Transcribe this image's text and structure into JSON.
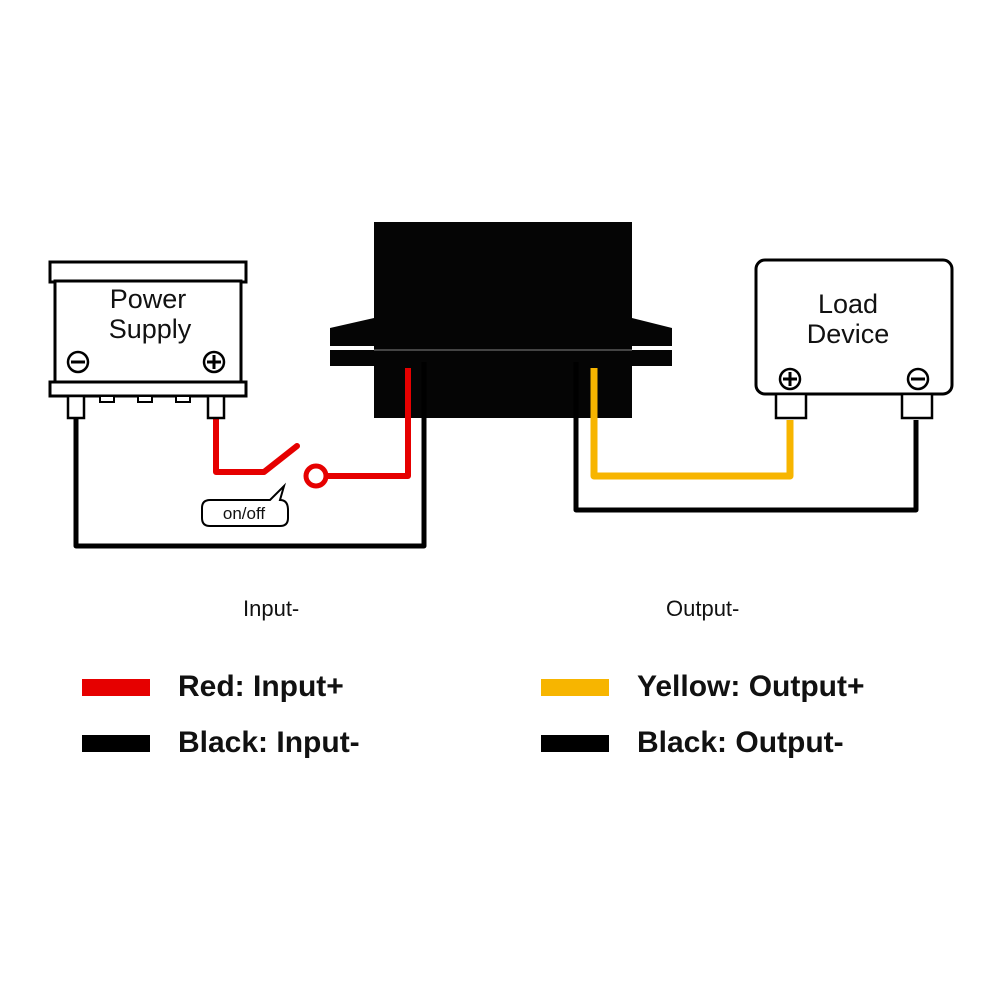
{
  "colors": {
    "red": "#e60000",
    "black": "#000000",
    "yellow": "#f7b500"
  },
  "power_supply": {
    "line1": "Power",
    "line2": "Supply",
    "negative_icon": "minus-circle-icon",
    "positive_icon": "plus-circle-icon"
  },
  "load_device": {
    "line1": "Load",
    "line2": "Device",
    "positive_icon": "plus-circle-icon",
    "negative_icon": "minus-circle-icon"
  },
  "switch": {
    "label": "on/off"
  },
  "labels": {
    "input": "Input-",
    "output": "Output-"
  },
  "legend": {
    "red": "Red: Input+",
    "black_input": "Black: Input-",
    "yellow": "Yellow: Output+",
    "black_output": "Black: Output-"
  }
}
